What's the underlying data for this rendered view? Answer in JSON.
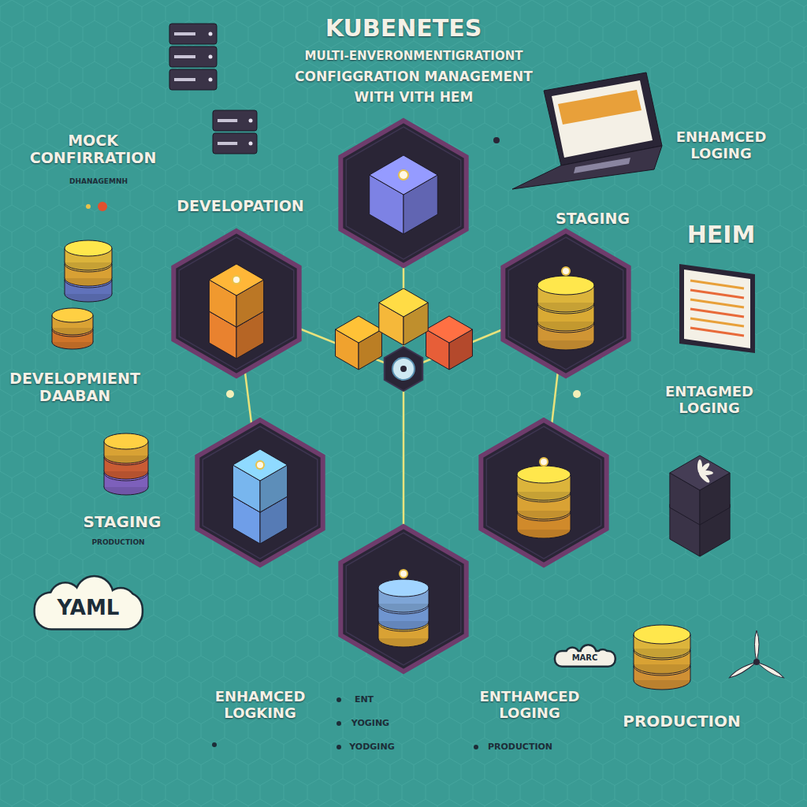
{
  "diagram": {
    "title": "KUBENETES",
    "nodes": [
      {
        "text": [
          "YAML"
        ]
      },
      {
        "text": [
          "MARC"
        ]
      }
    ],
    "labels": [
      "MULTI-ENVERONMENTIGRATIONT",
      "CONFIGGRATION MANAGEMENT",
      "WITH VITH HEM",
      "MOCK CONFIRRATION",
      "DHANAGEMNH",
      "DEVELOPATION",
      "DEVELOPMIENT DAABAN",
      "STAGING",
      "PRODUCTION",
      "ENHAMCED LOGKING",
      "ENT",
      "YOGING",
      "YODGING",
      "ENTHAMCED LOGING",
      "PRODUCTION",
      "PRODUCTION",
      "ENHAMCED LOGING",
      "STAGING",
      "HEIM",
      "ENTAGMED LOGING"
    ]
  }
}
